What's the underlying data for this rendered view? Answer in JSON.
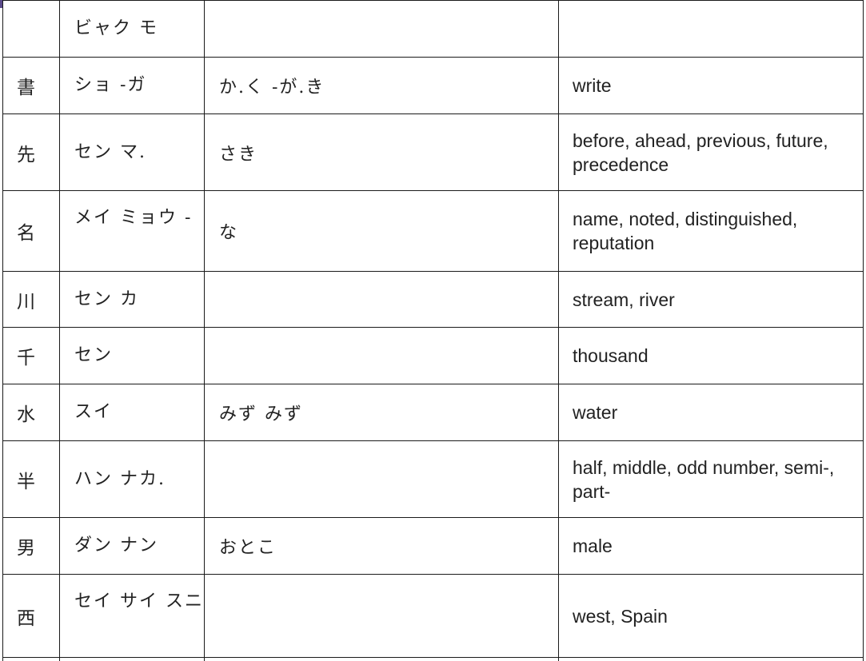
{
  "rows": [
    {
      "kanji": "",
      "onyomi": "ビャク モ",
      "kunyomi": "",
      "meaning": ""
    },
    {
      "kanji": "書",
      "onyomi": "ショ -ガ",
      "kunyomi": "か.く -が.き",
      "meaning": "write"
    },
    {
      "kanji": "先",
      "onyomi": "セン マ.",
      "kunyomi": "さき",
      "meaning": "before, ahead, previous, future, precedence"
    },
    {
      "kanji": "名",
      "onyomi": "メイ ミョウ -",
      "kunyomi": "な",
      "meaning": "name, noted, distinguished, reputation"
    },
    {
      "kanji": "川",
      "onyomi": "セン カ",
      "kunyomi": "",
      "meaning": "stream, river"
    },
    {
      "kanji": "千",
      "onyomi": "セン",
      "kunyomi": "",
      "meaning": "thousand"
    },
    {
      "kanji": "水",
      "onyomi": "スイ",
      "kunyomi": "みず みず",
      "meaning": "water"
    },
    {
      "kanji": "半",
      "onyomi": "ハン ナカ.",
      "kunyomi": "",
      "meaning": "half, middle, odd number, semi-, part-"
    },
    {
      "kanji": "男",
      "onyomi": "ダン ナン",
      "kunyomi": "おとこ",
      "meaning": "male"
    },
    {
      "kanji": "西",
      "onyomi": "セイ サイ スニ",
      "kunyomi": "",
      "meaning": "west, Spain"
    },
    {
      "kanji": "",
      "onyomi": "",
      "kunyomi": "",
      "meaning": ""
    }
  ]
}
